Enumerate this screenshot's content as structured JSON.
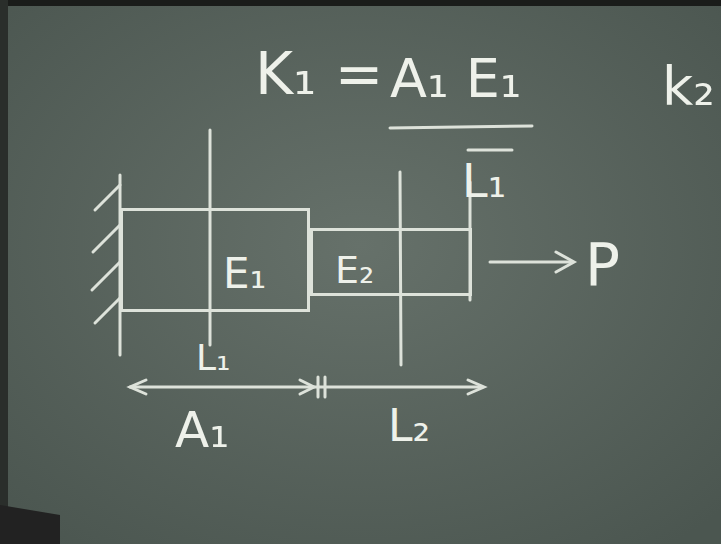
{
  "diagram": {
    "nodes": [
      {
        "text": [
          "E₁"
        ]
      },
      {
        "text": [
          "E₂"
        ]
      }
    ],
    "labels": [
      "K₁ =",
      "A₁ E₁",
      "L₁",
      "k₂",
      "P",
      "L₁",
      "A₁",
      "L₂"
    ]
  }
}
